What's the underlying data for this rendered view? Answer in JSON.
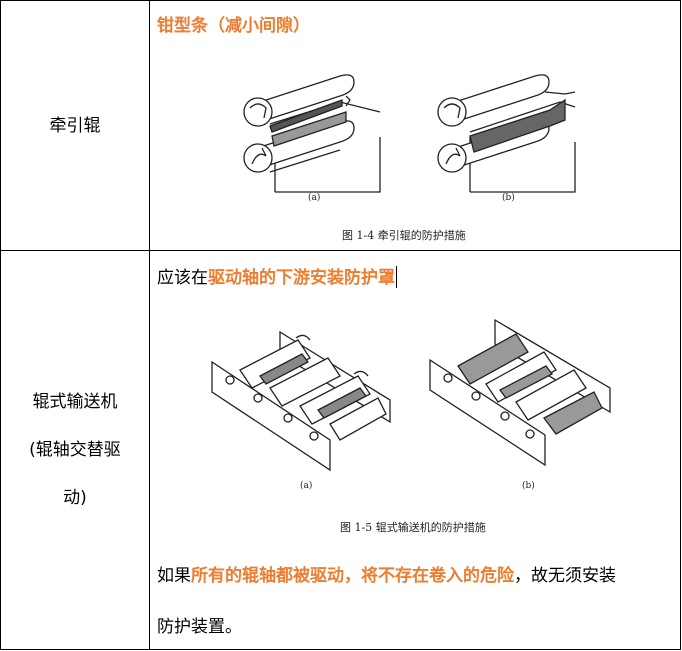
{
  "rows": [
    {
      "label": "牵引辊",
      "heading": "钳型条（减小间隙）",
      "figure": {
        "sub_a": "(a)",
        "sub_b": "(b)",
        "caption": "图 1-4   牵引辊的防护措施"
      }
    },
    {
      "label_lines": [
        "辊式输送机",
        "(辊轴交替驱",
        "动)"
      ],
      "intro_plain": "应该在",
      "intro_highlight": "驱动轴的下游安装防护罩",
      "figure": {
        "sub_a": "(a)",
        "sub_b": "(b)",
        "caption": "图 1-5   辊式输送机的防护措施"
      },
      "note": {
        "plain_1": "如果",
        "highlight": "所有的辊轴都被驱动，将不存在卷入的危险",
        "plain_2": "，故无须安装",
        "line2": "防护装置。"
      }
    }
  ],
  "colors": {
    "highlight": "#ED7D31",
    "border": "#000000"
  }
}
